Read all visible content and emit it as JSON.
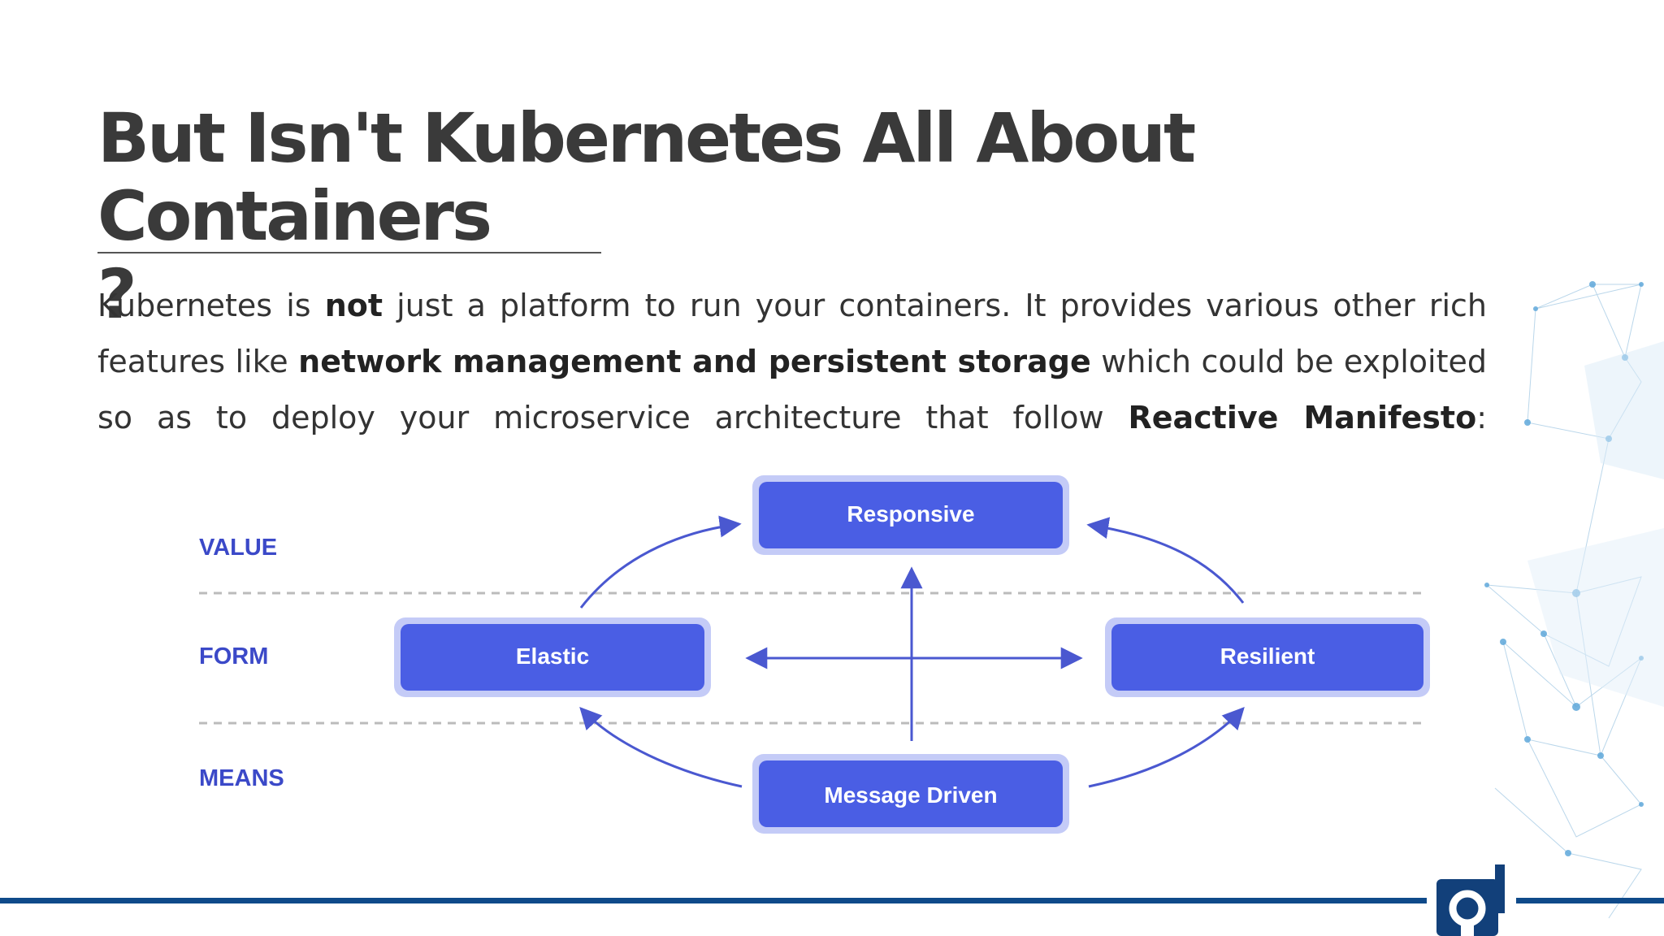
{
  "slide": {
    "title_line1": "But Isn't Kubernetes All About Containers",
    "title_line2": "?"
  },
  "body": {
    "p1": "Kubernetes is ",
    "b1": "not",
    "p2": " just a platform to run your containers. It provides various other rich features like ",
    "b2": "network management and persistent storage",
    "p3": " which could be exploited so as to deploy your microservice  architecture that follow ",
    "b3": "Reactive Manifesto",
    "p4": ":"
  },
  "diagram": {
    "levels": {
      "value": "VALUE",
      "form": "FORM",
      "means": "MEANS"
    },
    "nodes": {
      "responsive": "Responsive",
      "elastic": "Elastic",
      "resilient": "Resilient",
      "message_driven": "Message Driven"
    },
    "colors": {
      "node_fill": "#4a5ee4",
      "node_border": "#8f9bf0",
      "label": "#3b49c8",
      "arrow": "#4a58d0",
      "dash": "#bbbbbb"
    }
  },
  "logo": {
    "icon": "company-logo-icon"
  }
}
